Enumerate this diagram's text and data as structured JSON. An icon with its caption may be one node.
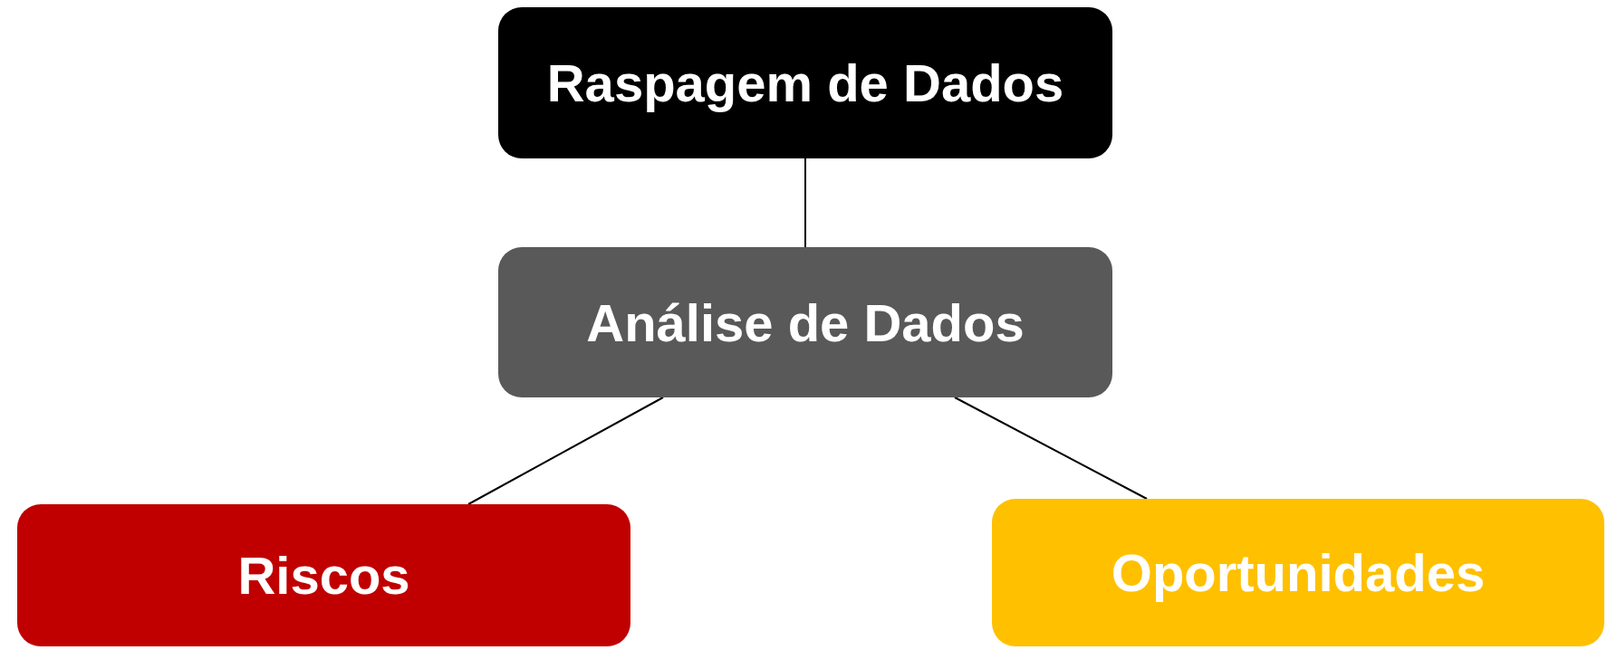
{
  "diagram": {
    "nodes": [
      {
        "text": [
          "Raspagem de Dados"
        ]
      },
      {
        "text": [
          "Análise de Dados"
        ]
      },
      {
        "text": [
          "Riscos"
        ]
      },
      {
        "text": [
          "Oportunidades"
        ]
      }
    ],
    "edges": [
      {
        "from": 0,
        "to": 1,
        "arrow": "none"
      },
      {
        "from": 1,
        "to": 2,
        "arrow": "none"
      },
      {
        "from": 1,
        "to": 3,
        "arrow": "none"
      }
    ]
  }
}
